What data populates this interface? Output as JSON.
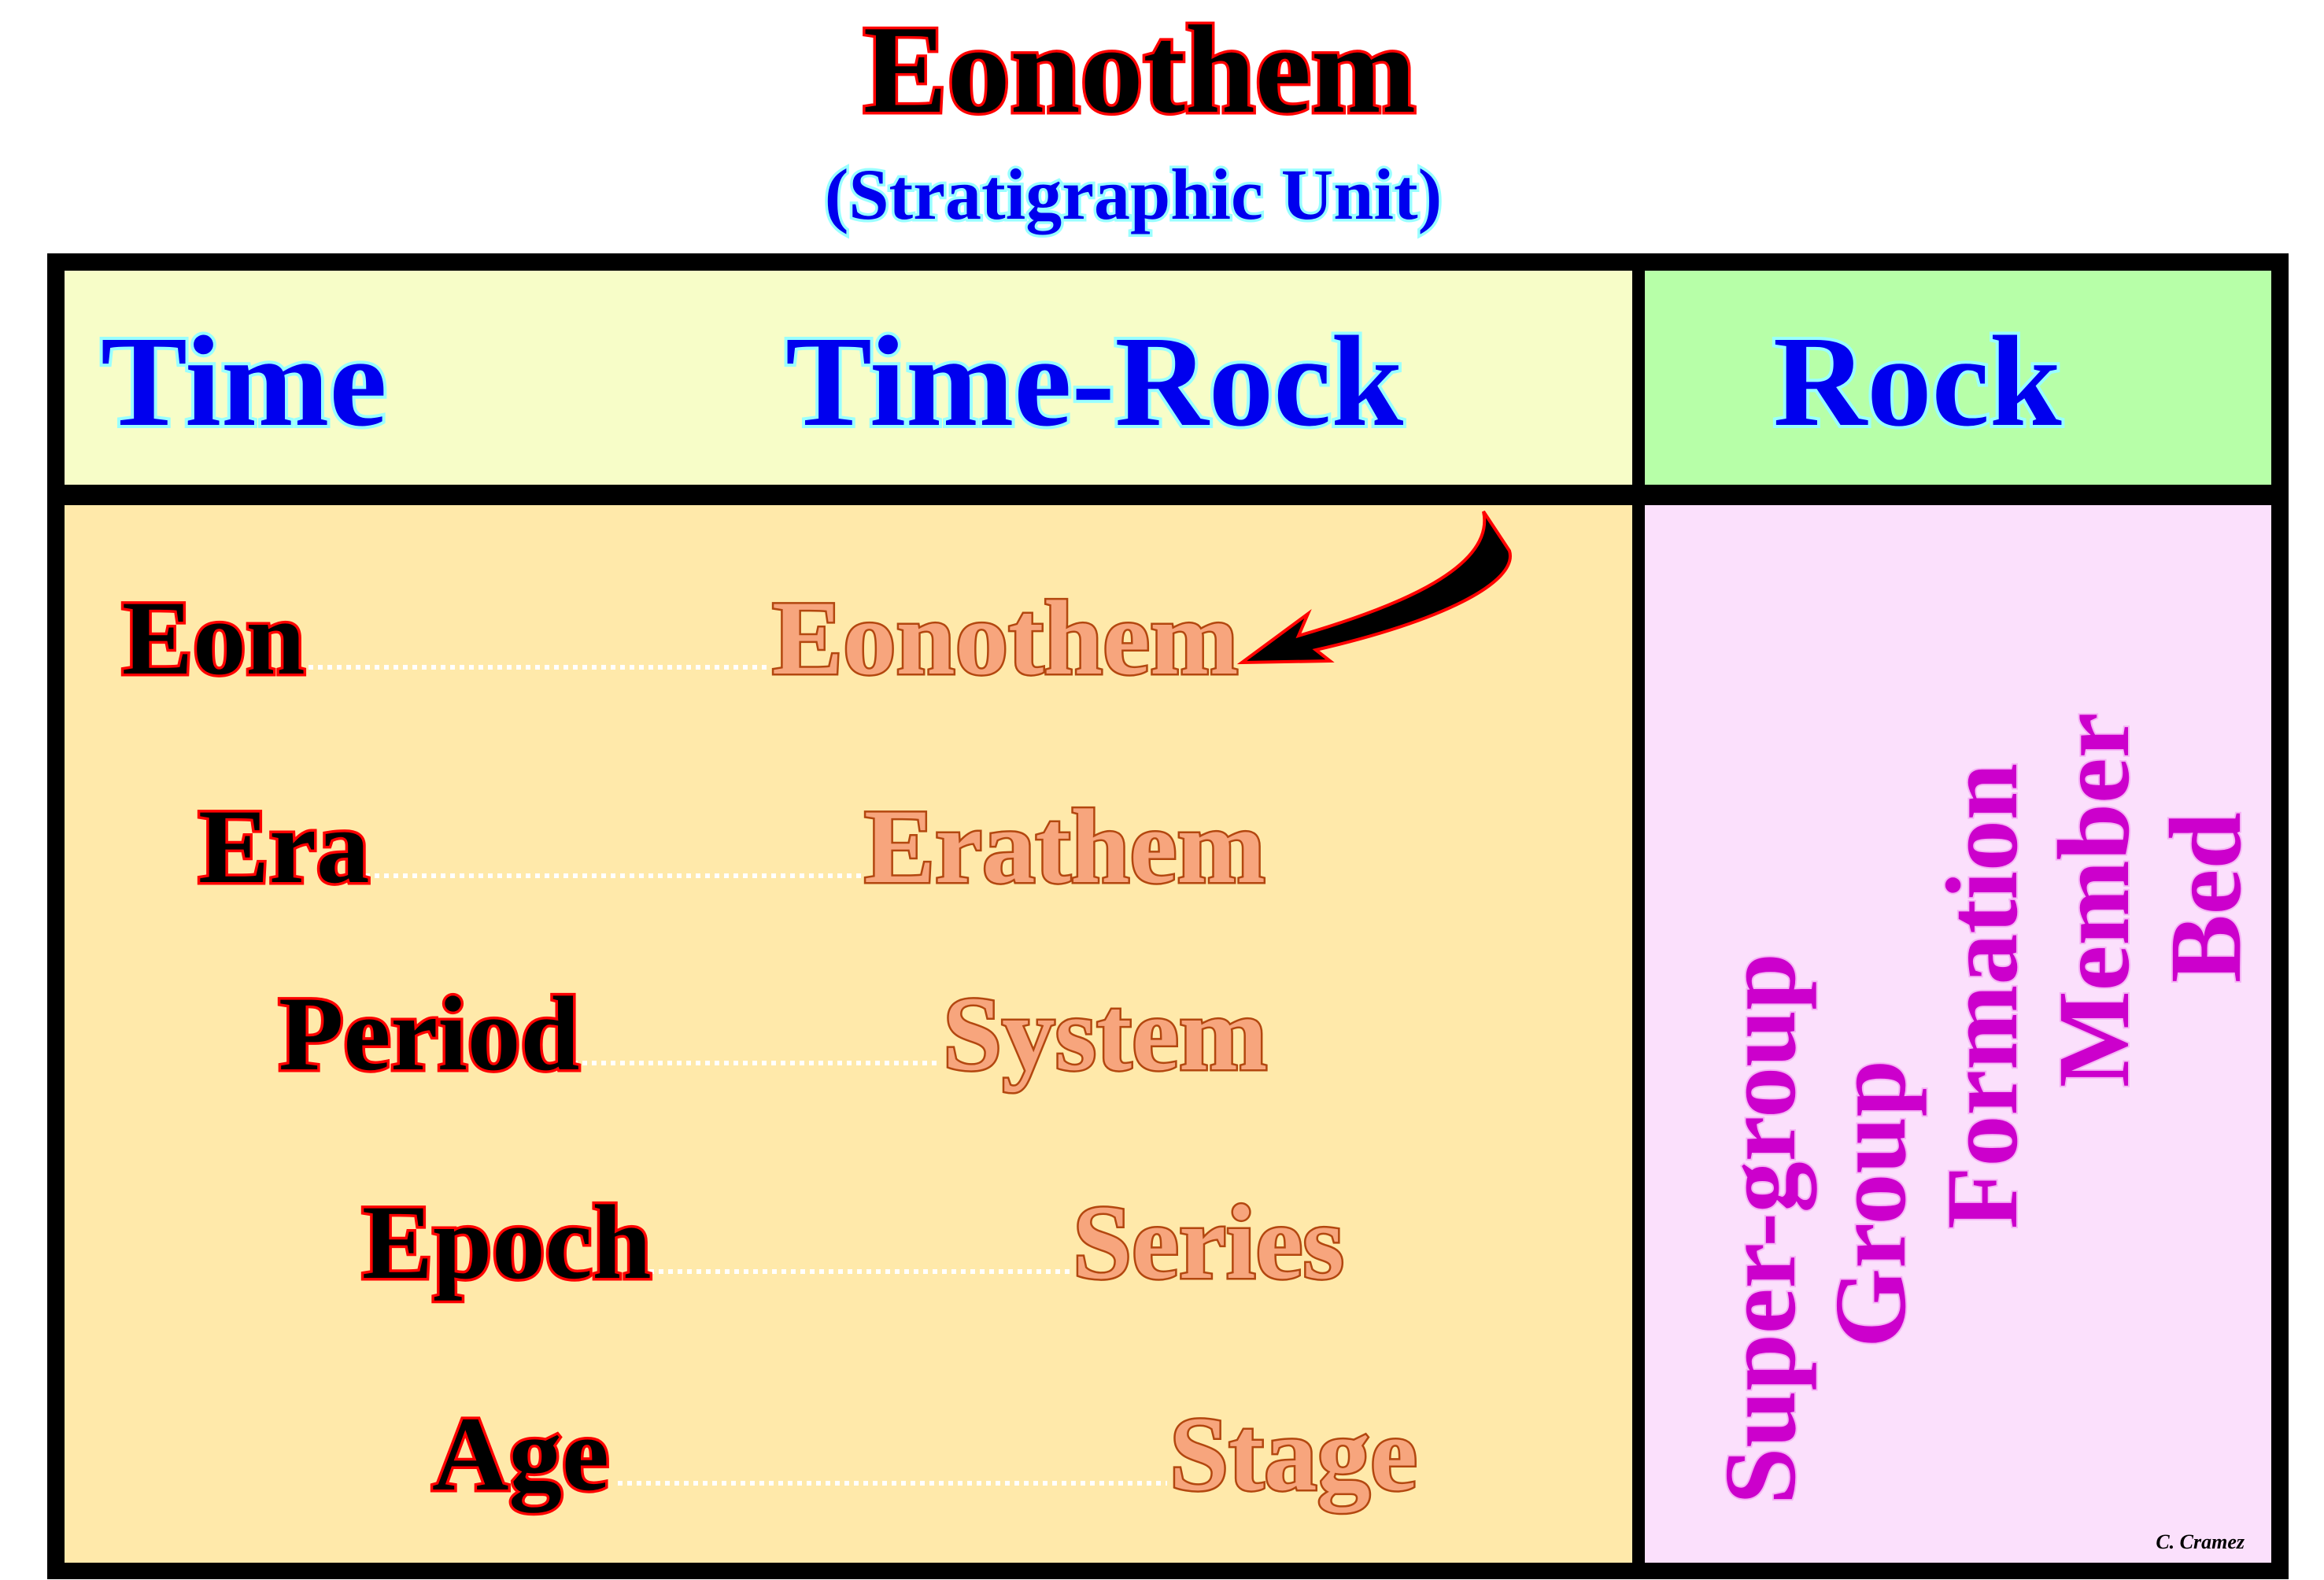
{
  "title": "Eonothem",
  "subtitle": "(Stratigraphic Unit)",
  "headers": {
    "time": "Time",
    "time_rock": "Time-Rock",
    "rock": "Rock"
  },
  "rows": [
    {
      "time": "Eon",
      "time_rock": "Eonothem"
    },
    {
      "time": "Era",
      "time_rock": "Erathem"
    },
    {
      "time": "Period",
      "time_rock": "System"
    },
    {
      "time": "Epoch",
      "time_rock": "Series"
    },
    {
      "time": "Age",
      "time_rock": "Stage"
    }
  ],
  "rock_units": [
    "Super-group",
    "Group",
    "Formation",
    "Member",
    "Bed"
  ],
  "signature": "C. Cramez",
  "colors": {
    "header_left": "#f7fdc8",
    "header_right": "#b7ffa8",
    "body_left": "#ffe9aa",
    "body_right": "#fbe0fc",
    "rock_text": "#cc00cc",
    "header_text": "#0000ee"
  }
}
